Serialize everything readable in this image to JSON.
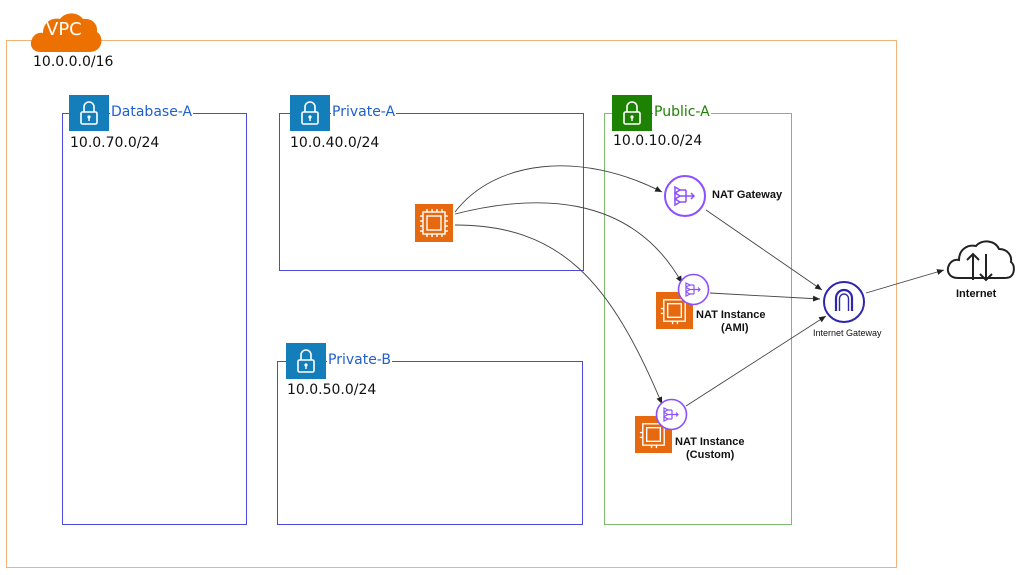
{
  "vpc": {
    "title": "VPC",
    "cidr": "10.0.0.0/16"
  },
  "subnets": {
    "database_a": {
      "name": "Database-A",
      "cidr": "10.0.70.0/24"
    },
    "private_a": {
      "name": "Private-A",
      "cidr": "10.0.40.0/24"
    },
    "private_b": {
      "name": "Private-B",
      "cidr": "10.0.50.0/24"
    },
    "public_a": {
      "name": "Public-A",
      "cidr": "10.0.10.0/24"
    }
  },
  "nodes": {
    "nat_gateway": "NAT Gateway",
    "nat_instance_ami_line1": "NAT Instance",
    "nat_instance_ami_line2": "(AMI)",
    "nat_instance_custom_line1": "NAT Instance",
    "nat_instance_custom_line2": "(Custom)",
    "internet_gateway": "Internet Gateway",
    "internet": "Internet"
  },
  "colors": {
    "vpc_orange": "#ED7100",
    "private_blue": "#147EBA",
    "private_border": "#4A4AE0",
    "public_green": "#1D8102",
    "public_border": "#7AA116",
    "nat_purple": "#8C4FFF",
    "ec2_orange": "#E7690F",
    "igw_navy": "#2E27AD"
  }
}
